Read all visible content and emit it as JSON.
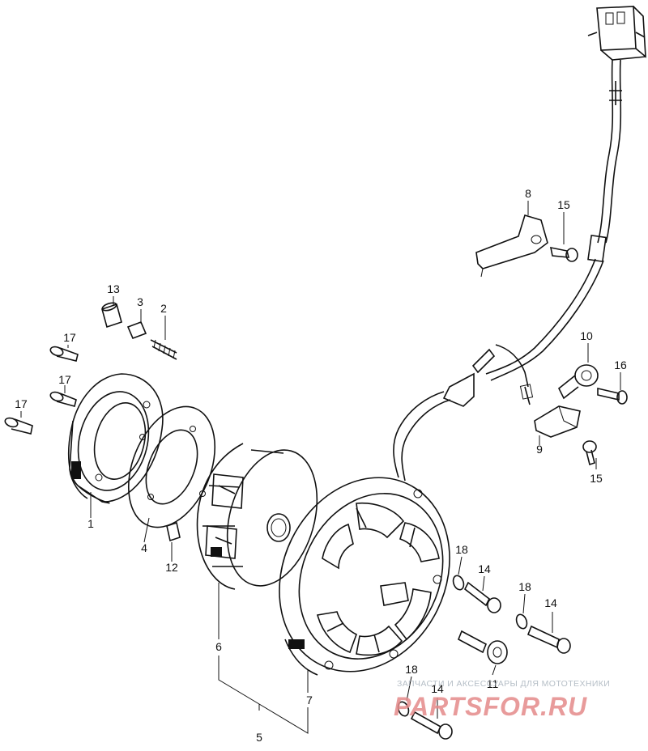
{
  "labels": {
    "p1": "1",
    "p2": "2",
    "p3": "3",
    "p4": "4",
    "p5": "5",
    "p6": "6",
    "p7": "7",
    "p8": "8",
    "p9": "9",
    "p10": "10",
    "p11": "11",
    "p12": "12",
    "p13": "13",
    "p14a": "14",
    "p14b": "14",
    "p14c": "14",
    "p15a": "15",
    "p15b": "15",
    "p16": "16",
    "p17a": "17",
    "p17b": "17",
    "p17c": "17",
    "p18a": "18",
    "p18b": "18",
    "p18c": "18"
  },
  "watermark": {
    "tagline": "ЗАПЧАСТИ И АКСЕССУАРЫ ДЛЯ МОТОТЕХНИКИ",
    "brand": "PARTSFOR.RU"
  },
  "colors": {
    "line": "#111111",
    "background": "#ffffff",
    "watermark_text": "#e48a8a",
    "watermark_tagline": "#a9b3bd"
  }
}
